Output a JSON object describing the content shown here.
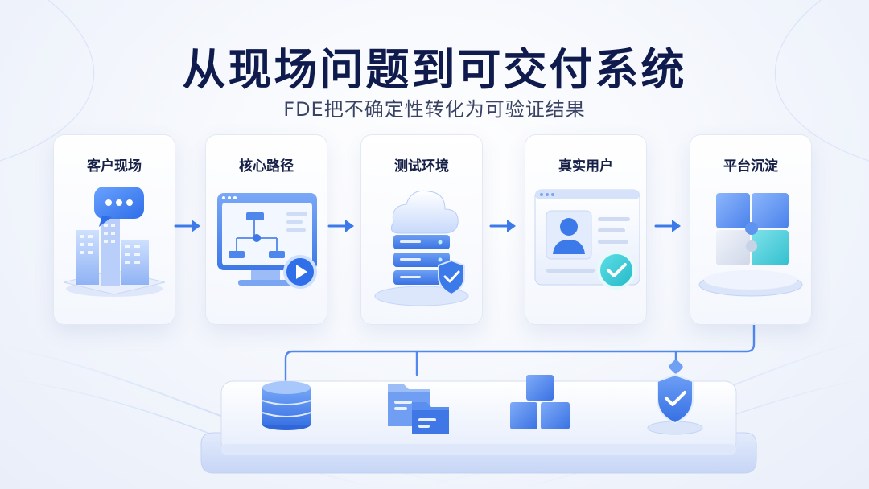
{
  "header": {
    "title": "从现场问题到可交付系统",
    "subtitle": "FDE把不确定性转化为可验证结果"
  },
  "steps": [
    {
      "label": "客户现场"
    },
    {
      "label": "核心路径"
    },
    {
      "label": "测试环境"
    },
    {
      "label": "真实用户"
    },
    {
      "label": "平台沉淀"
    }
  ],
  "colors": {
    "accent": "#3b7cf0",
    "accent_light": "#8fb6ff",
    "teal": "#38c7d2",
    "title": "#0f1b4d"
  },
  "icons": {
    "step1": "office-buildings-chat-icon",
    "step2": "monitor-flowchart-icon",
    "step3": "cloud-server-shield-icon",
    "step4": "user-profile-check-icon",
    "step5": "puzzle-cubes-icon",
    "platform": [
      "database-icon",
      "folders-icon",
      "cubes-icon",
      "shield-check-icon"
    ]
  }
}
